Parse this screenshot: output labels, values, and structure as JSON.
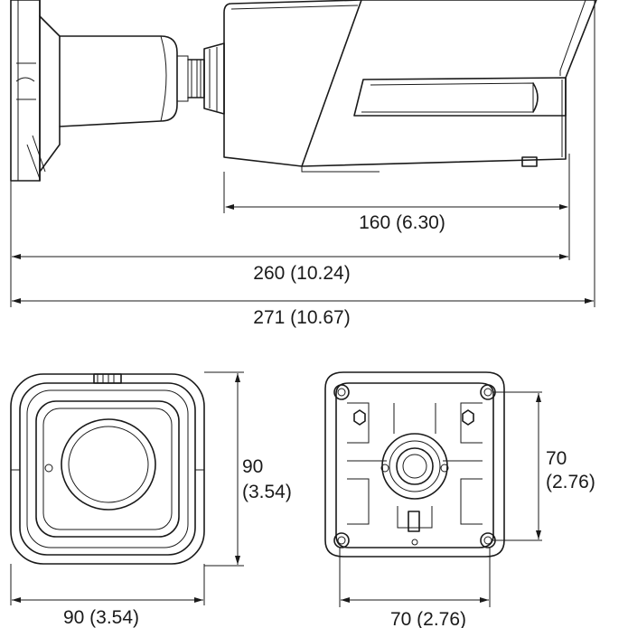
{
  "dimensions": {
    "side_housing_length": "160 (6.30)",
    "side_body_length": "260 (10.24)",
    "side_total_length": "271 (10.67)",
    "front_height_mm": "90",
    "front_height_in": "(3.54)",
    "front_width": "90 (3.54)",
    "mount_height_mm": "70",
    "mount_height_in": "(2.76)",
    "mount_width": "70 (2.76)"
  }
}
